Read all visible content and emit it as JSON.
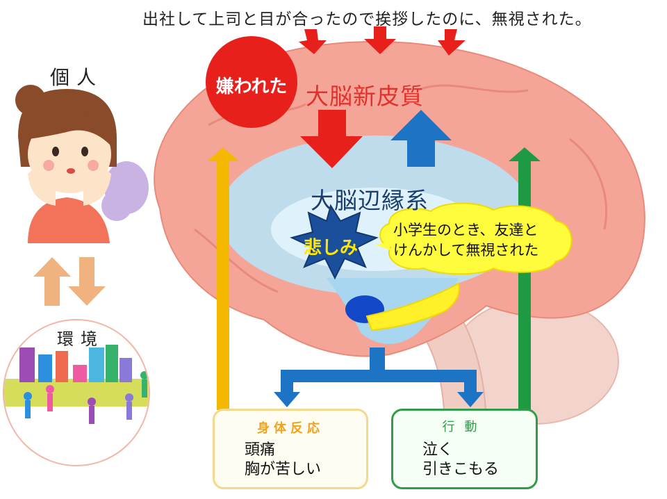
{
  "caption": "出社して上司と目が合ったので挨拶したのに、無視された。",
  "person_label": "個人",
  "environment_label": "環境",
  "cortex_label": "大脳新皮質",
  "hated_label": "嫌われた",
  "limbic_label": "大脳辺縁系",
  "sadness_label": "悲しみ",
  "memory_lines": [
    "小学生のとき、友達と",
    "けんかして無視された"
  ],
  "body_box": {
    "title": "身体反応",
    "lines": [
      "頭痛",
      "胸が苦しい"
    ]
  },
  "action_box": {
    "title": "行動",
    "lines": [
      "泣く",
      "引きこもる"
    ]
  },
  "colors": {
    "cortex": "#f5a597",
    "limbic": "#9ed3f0",
    "red_arrow": "#e8201c",
    "blue_arrow": "#1e74c4",
    "yellow_arrow": "#f5b800",
    "green_arrow": "#1e9a44",
    "orange_arrow": "#f0b37f"
  }
}
